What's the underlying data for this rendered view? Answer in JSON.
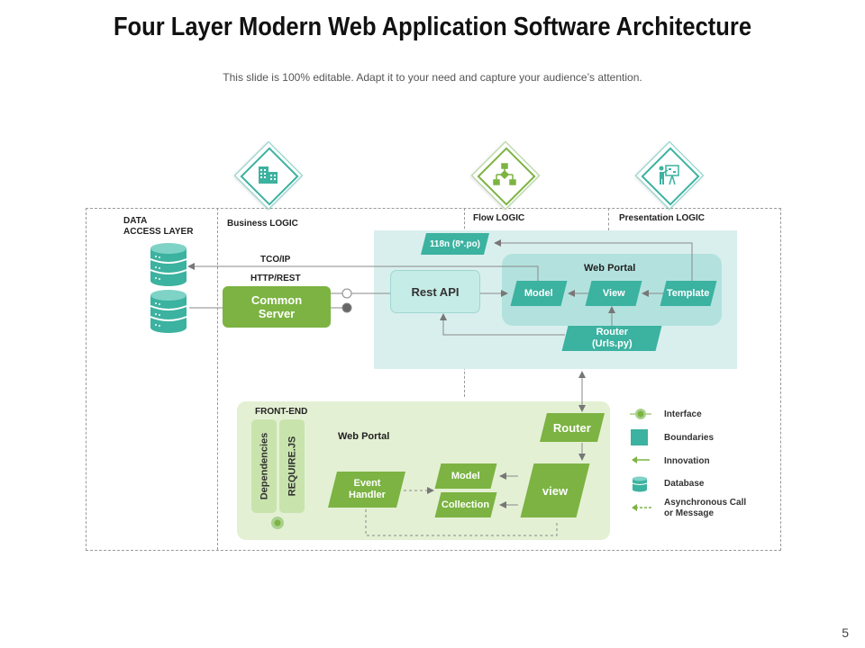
{
  "slide": {
    "title": "Four Layer Modern Web Application Software Architecture",
    "subtitle": "This slide is 100% editable. Adapt it to your need and capture your audience’s attention.",
    "page_number": "5"
  },
  "layers": {
    "data_access_line1": "DATA",
    "data_access_line2": "ACCESS LAYER",
    "business": "Business LOGIC",
    "flow": "Flow LOGIC",
    "presentation": "Presentation LOGIC"
  },
  "protocols": {
    "tcp": "TCO/IP",
    "http": "HTTP/REST"
  },
  "server": {
    "line1": "Common",
    "line2": "Server"
  },
  "backend": {
    "i18n": "118n (8*.po)",
    "rest_api": "Rest API",
    "web_portal": "Web Portal",
    "model": "Model",
    "view": "View",
    "template": "Template",
    "router_line1": "Router",
    "router_line2": "(Urls.py)"
  },
  "frontend": {
    "title": "FRONT-END",
    "dependencies": "Dependencies",
    "requirejs": "REQUIRE.JS",
    "web_portal": "Web Portal",
    "event_line1": "Event",
    "event_line2": "Handler",
    "model": "Model",
    "collection": "Collection",
    "view": "view",
    "router": "Router"
  },
  "legend": {
    "interface": "Interface",
    "boundaries": "Boundaries",
    "innovation": "Innovation",
    "database": "Database",
    "async_line1": "Asynchronous Call",
    "async_line2": "or Message"
  },
  "colors": {
    "teal": "#3cb2a0",
    "green": "#7cb342",
    "teal_light": "#d9efee",
    "green_light": "#e4f0d4"
  },
  "icons": [
    "building-icon",
    "flowchart-icon",
    "presenter-icon",
    "database-icon"
  ]
}
